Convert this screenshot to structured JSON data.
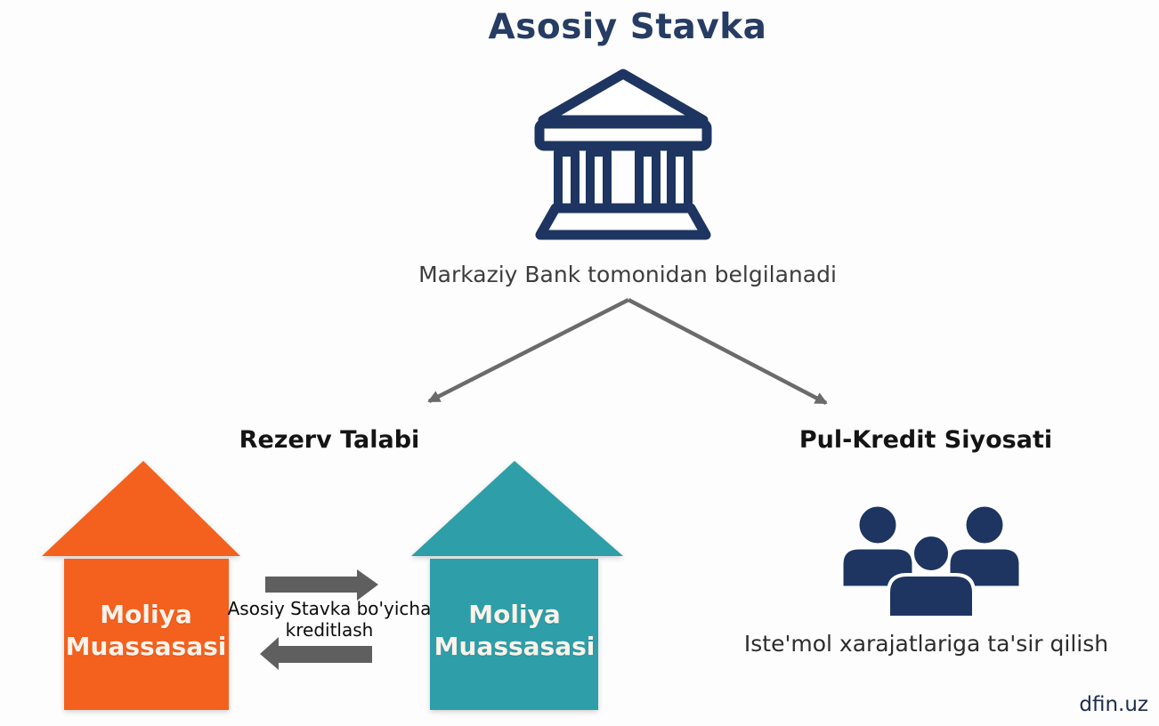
{
  "title": "Asosiy Stavka",
  "watermark": "dfin.uz",
  "central_bank": {
    "icon": "bank",
    "caption": "Markaziy Bank tomonidan belgilanadi"
  },
  "reserve_branch": {
    "heading": "Rezerv Talabi",
    "houses": [
      {
        "label": "Moliya Muassasasi",
        "color": "#f4611e"
      },
      {
        "label": "Moliya Muassasasi",
        "color": "#2e9ea8"
      }
    ],
    "exchange_label": "Asosiy Stavka bo'yicha kreditlash"
  },
  "policy_branch": {
    "heading": "Pul-Kredit Siyosati",
    "icon": "people",
    "caption": "Iste'mol xarajatlariga ta'sir qilish"
  },
  "colors": {
    "navy": "#1d3560",
    "title_navy": "#263c63",
    "arrow_gray": "#5f5f5f",
    "connector_gray": "#6b6b6b",
    "orange": "#f4611e",
    "teal": "#2e9ea8",
    "house_label": "#fbf3ea"
  }
}
